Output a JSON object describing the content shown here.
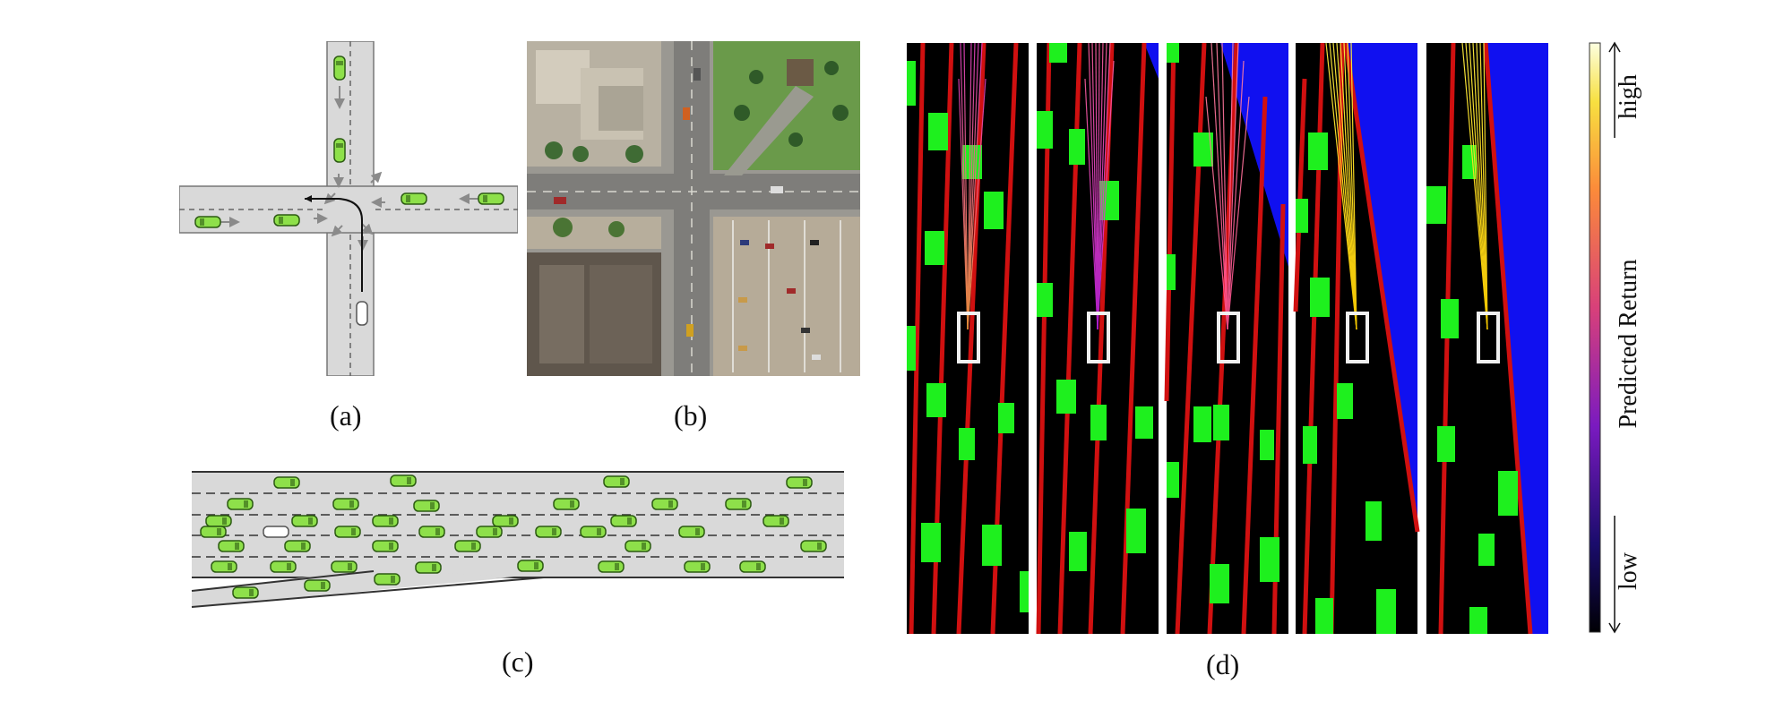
{
  "captions": {
    "a": "(a)",
    "b": "(b)",
    "c": "(c)",
    "d": "(d)"
  },
  "colorbar": {
    "title": "Predicted Return",
    "high": "high",
    "low": "low"
  },
  "colors": {
    "road": "#d9d9d9",
    "car": "#8ee04a",
    "car_outline": "#2c5a12",
    "grid_bg": "#000000",
    "grid_car": "#1ef01e",
    "lane": "#e01010",
    "offroad": "#1010f0",
    "ego": "#f0f0f0"
  }
}
